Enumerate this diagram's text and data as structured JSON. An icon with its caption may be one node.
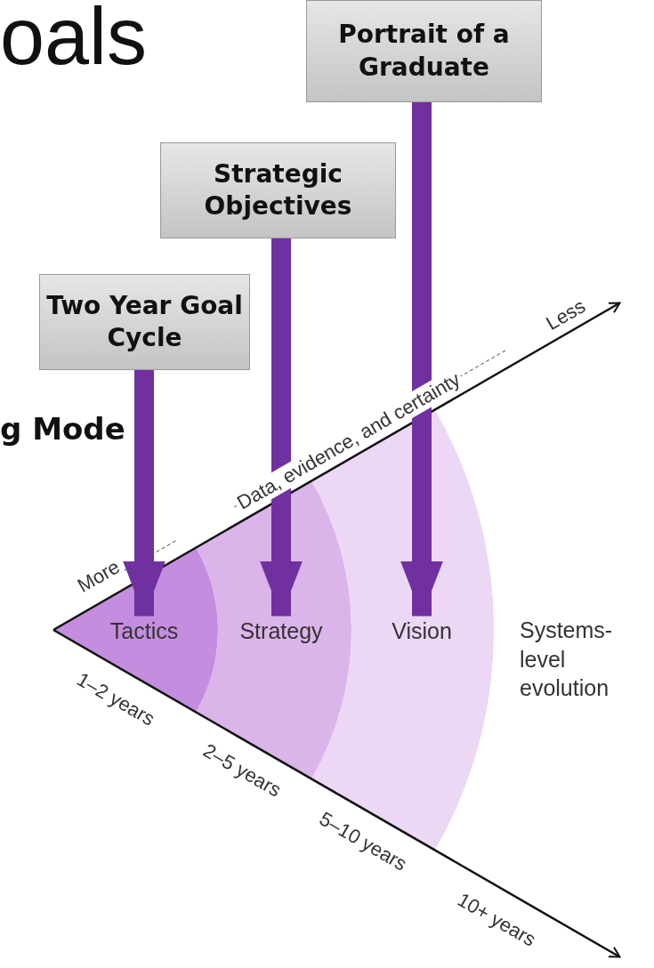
{
  "diagram": {
    "nodes": [
      {
        "text": [
          "Two Year Goal Cycle"
        ]
      },
      {
        "text": [
          "Strategic Objectives"
        ]
      },
      {
        "text": [
          "Portrait of a Graduate"
        ]
      },
      {
        "text": [
          "Tactics"
        ]
      },
      {
        "text": [
          "Strategy"
        ]
      },
      {
        "text": [
          "Vision"
        ]
      }
    ],
    "edges": [
      {
        "from": 0,
        "to": 3,
        "arrow": "to"
      },
      {
        "from": 1,
        "to": 4,
        "arrow": "to"
      },
      {
        "from": 2,
        "to": 5,
        "arrow": "to"
      }
    ],
    "labels": [
      "oals",
      "g Mode",
      "More",
      "Data, evidence, and certainty",
      "Less",
      "Systems-level evolution",
      "1–2 years",
      "2–5 years",
      "5–10 years",
      "10+ years"
    ]
  }
}
